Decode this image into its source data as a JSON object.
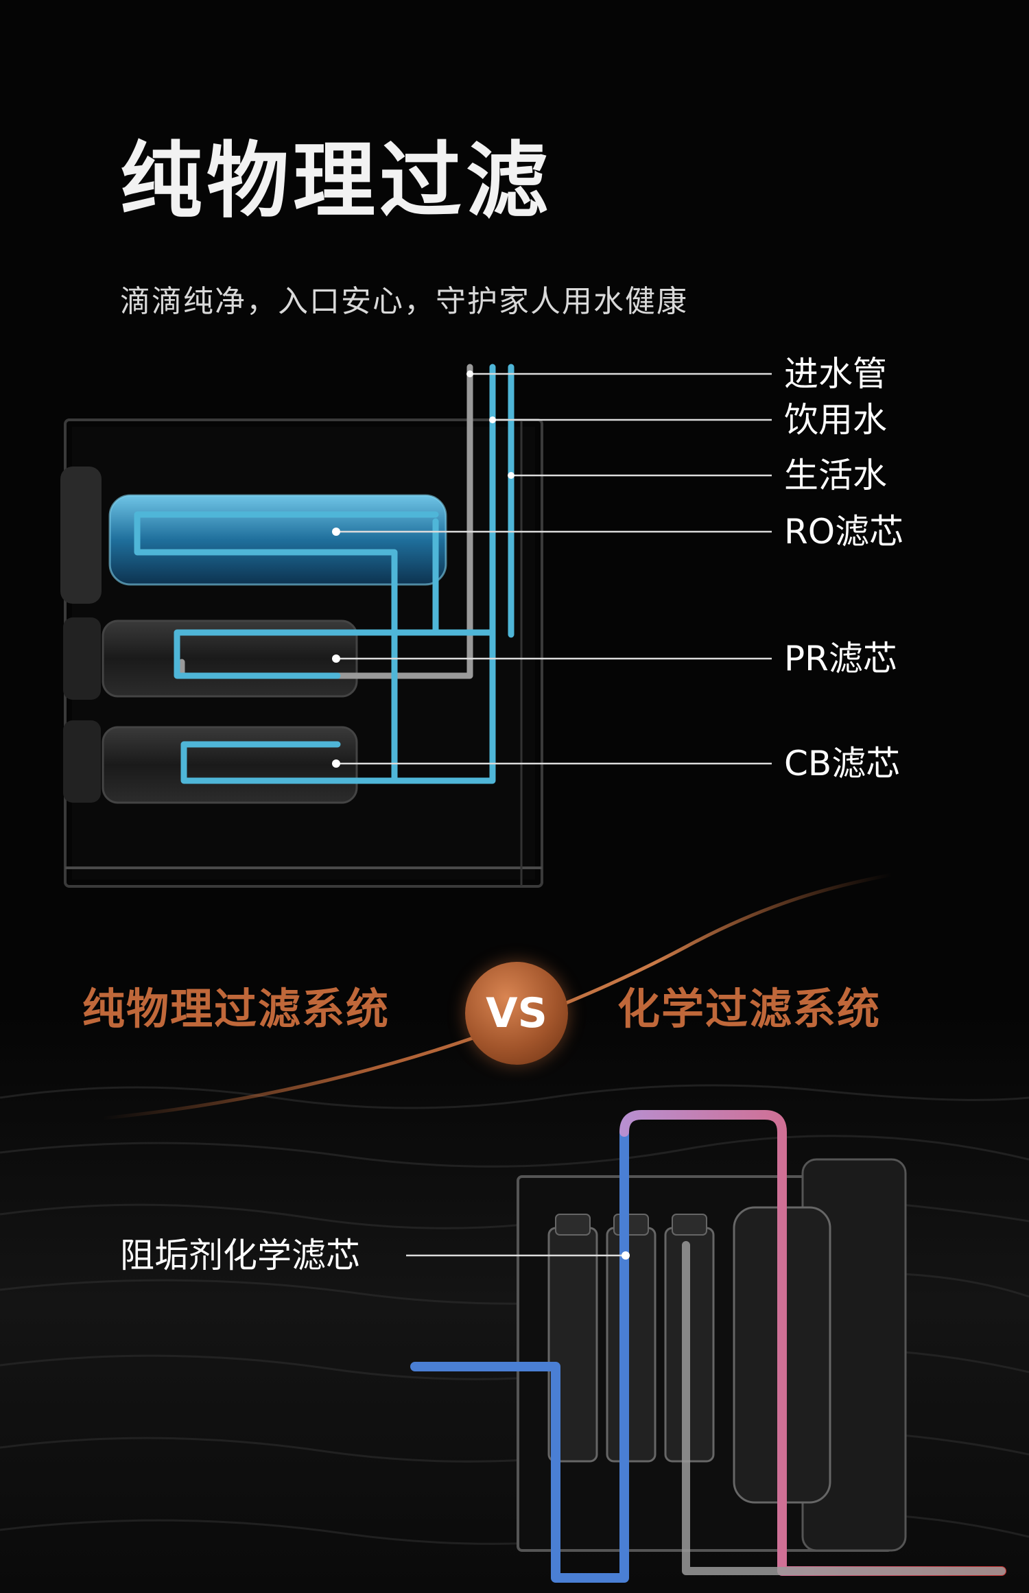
{
  "header": {
    "title": "纯物理过滤",
    "subtitle": "滴滴纯净，入口安心，守护家人用水健康"
  },
  "diagram_labels": {
    "inlet_pipe": "进水管",
    "drinking_water": "饮用水",
    "domestic_water": "生活水",
    "ro_filter": "RO滤芯",
    "pr_filter": "PR滤芯",
    "cb_filter": "CB滤芯"
  },
  "comparison": {
    "left": "纯物理过滤系统",
    "badge": "VS",
    "right": "化学过滤系统"
  },
  "chemical_diagram": {
    "label": "阻垢剂化学滤芯"
  },
  "colors": {
    "background": "#050505",
    "accent": "#c0683a",
    "pure_water_pipe": "#4fb6d8",
    "cold_pipe": "#4a7fd4",
    "hot_pipe": "#c8302f"
  }
}
